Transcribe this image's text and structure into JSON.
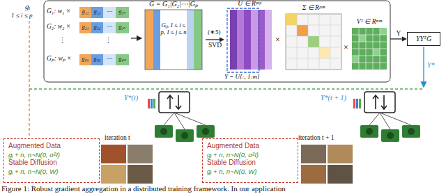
{
  "diagram": {
    "caption": "Figure 1: Robust gradient aggregation in a distributed training framework. In our application",
    "nodes": [
      {
        "text": [
          "G = G₁|G₂|⋯|Gₚ",
          "Gᵢⱼ, 1 ≤ i ≤ p, 1 ≤ j ≤ n"
        ]
      },
      {
        "text": [
          "U ∈ Rᵖˣᵖ"
        ]
      },
      {
        "text": [
          "Σ ∈ Rᵖˣⁿ"
        ]
      },
      {
        "text": [
          "Vᵀ ∈ Rⁿˣⁿ"
        ]
      },
      {
        "text": [
          "YYᵀG"
        ]
      },
      {
        "text": [
          "Augmented Data",
          "gᵢ + n, n~N(0, σ²I)",
          "Stable Diffusion",
          "gᵢ + n, n~N(0, W)"
        ]
      },
      {
        "text": [
          "Augmented Data",
          "gᵢ + n, n~N(0, σ²I)",
          "Stable Diffusion",
          "gᵢ + n, n~N(0, W)"
        ]
      }
    ],
    "edges": [
      {
        "from": 0,
        "to": 1,
        "label": "SVD",
        "arrow": "to"
      },
      {
        "from": 3,
        "to": 4,
        "label": "Y",
        "arrow": "to"
      }
    ],
    "labels": [
      "gᵢ",
      "1 ≤ i ≤ p",
      "G₁: w₁ ×",
      "g₁₁",
      "g₁₂",
      "⋯",
      "g₁ₙ",
      "G₂: w₂ ×",
      "g₂₁",
      "g₂₂",
      "⋯",
      "g₂ₙ",
      "⋮",
      "⋮",
      "Gₚ: wₚ ×",
      "gₚ₁",
      "gₚ₂",
      "⋯",
      "gₚₙ",
      "(∗5)",
      "Y = U[:, 1:m]",
      "×",
      "×",
      "Y*",
      "Y*(t)",
      "Y*(t + 1)",
      "iteration t",
      "iteration t + 1"
    ]
  }
}
